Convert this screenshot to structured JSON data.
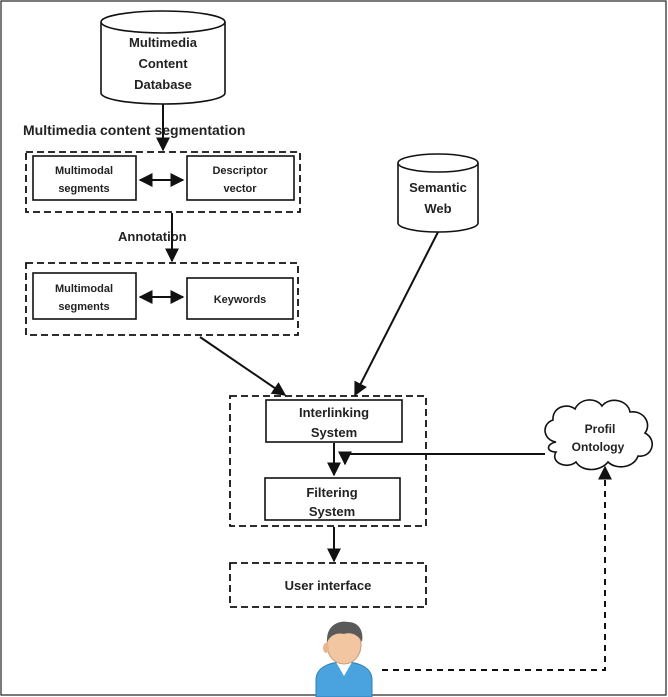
{
  "nodes": {
    "multimedia_db": [
      "Multimedia",
      "Content",
      "Database"
    ],
    "segmentation_label": "Multimedia content segmentation",
    "multimodal_segments_1": [
      "Multimodal",
      "segments"
    ],
    "descriptor_vector": [
      "Descriptor",
      "vector"
    ],
    "annotation_label": "Annotation",
    "multimodal_segments_2": [
      "Multimodal",
      "segments"
    ],
    "keywords": "Keywords",
    "semantic_web": [
      "Semantic",
      "Web"
    ],
    "interlinking_system": [
      "Interlinking",
      "System"
    ],
    "filtering_system": [
      "Filtering",
      "System"
    ],
    "profil_ontology": [
      "Profil",
      "Ontology"
    ],
    "user_interface": "User interface"
  },
  "colors": {
    "stroke": "#111111",
    "user_body": "#4aa3df",
    "user_skin": "#f2c6a0",
    "user_hair": "#5a5a5a"
  },
  "icons": {
    "user": "user-icon",
    "cloud": "cloud-shape",
    "database": "cylinder-shape"
  }
}
